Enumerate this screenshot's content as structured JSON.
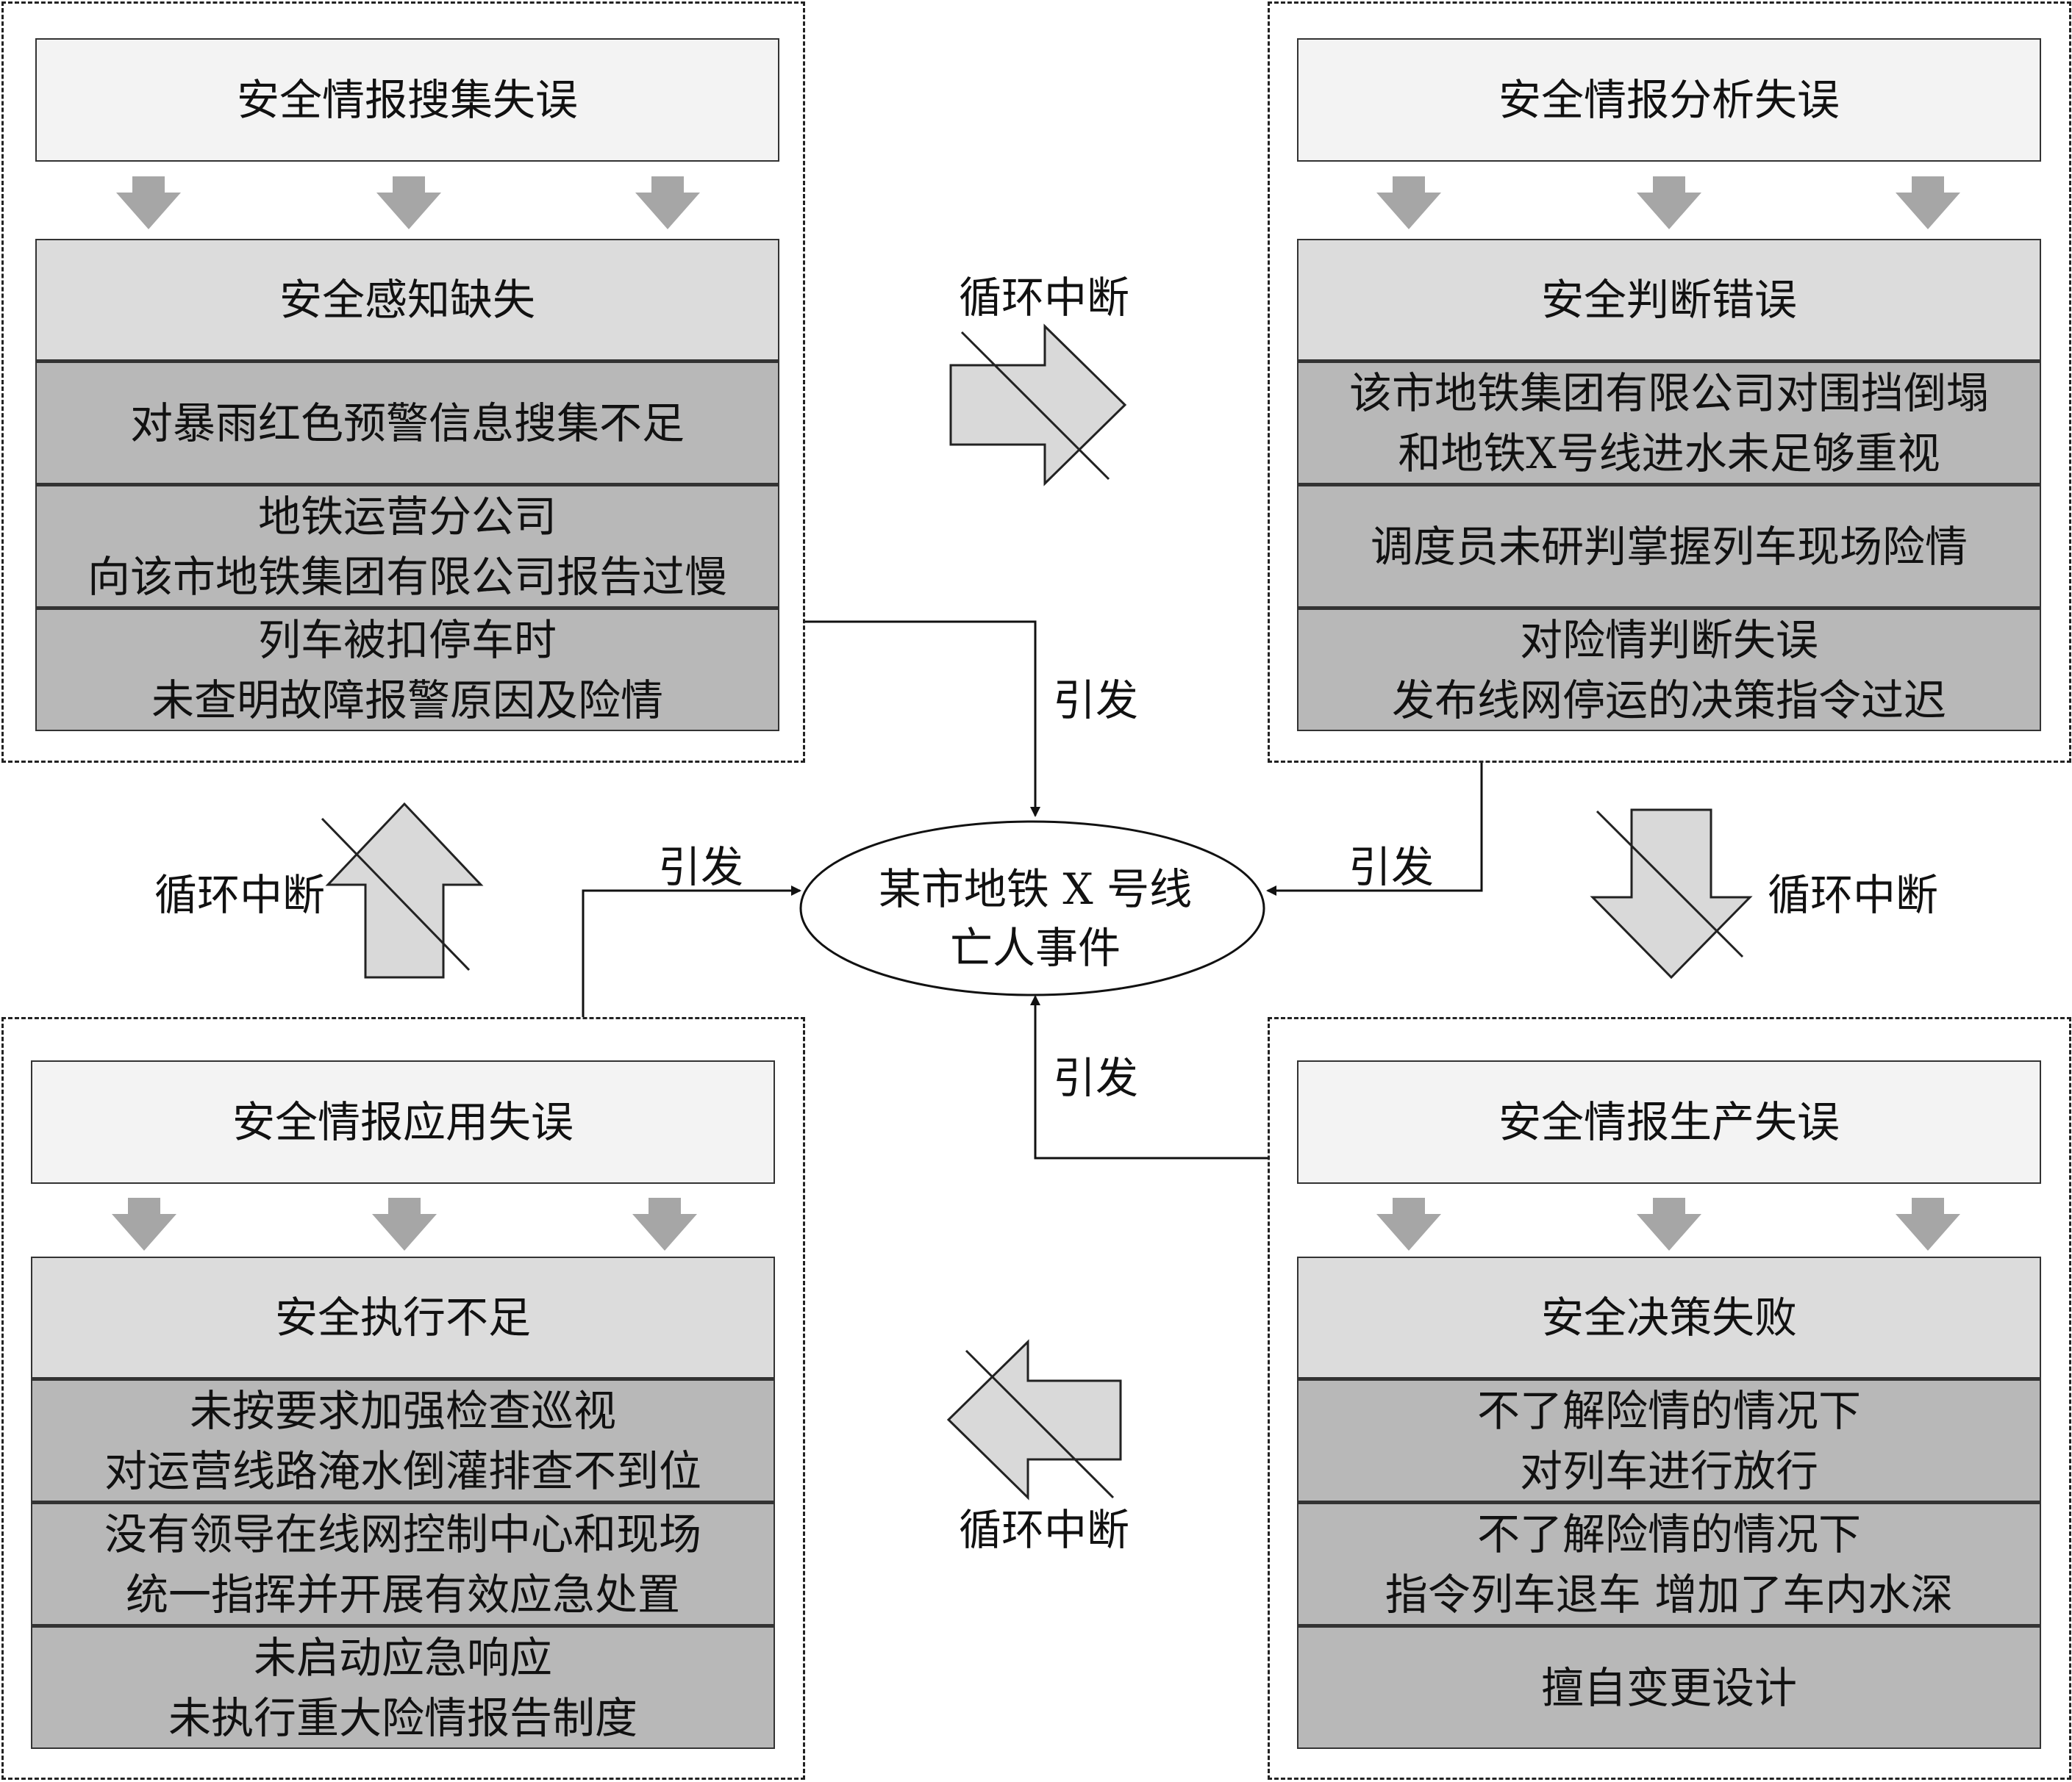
{
  "center": {
    "text": "某市地铁 X 号线\n亡人事件"
  },
  "labels": {
    "trigger": "引发",
    "break": "循环中断"
  },
  "quadrants": {
    "collection": {
      "title": "安全情报搜集失误",
      "subtitle": "安全感知缺失",
      "items": [
        "对暴雨红色预警信息搜集不足",
        "地铁运营分公司\n向该市地铁集团有限公司报告过慢",
        "列车被扣停车时\n未查明故障报警原因及险情"
      ]
    },
    "analysis": {
      "title": "安全情报分析失误",
      "subtitle": "安全判断错误",
      "items": [
        "该市地铁集团有限公司对围挡倒塌\n和地铁X号线进水未足够重视",
        "调度员未研判掌握列车现场险情",
        "对险情判断失误\n发布线网停运的决策指令过迟"
      ]
    },
    "application": {
      "title": "安全情报应用失误",
      "subtitle": "安全执行不足",
      "items": [
        "未按要求加强检查巡视\n对运营线路淹水倒灌排查不到位",
        "没有领导在线网控制中心和现场\n统一指挥并开展有效应急处置",
        "未启动应急响应\n未执行重大险情报告制度"
      ]
    },
    "production": {
      "title": "安全情报生产失误",
      "subtitle": "安全决策失败",
      "items": [
        "不了解险情的情况下\n对列车进行放行",
        "不了解险情的情况下\n指令列车退车 增加了车内水深",
        "擅自变更设计"
      ]
    }
  },
  "colors": {
    "title_bg": "#f3f3f3",
    "subtitle_bg": "#dcdcdc",
    "item_bg": "#b8b8b8",
    "arrow_gray": "#a6a6a6",
    "block_arrow": "#d9d9d9"
  }
}
